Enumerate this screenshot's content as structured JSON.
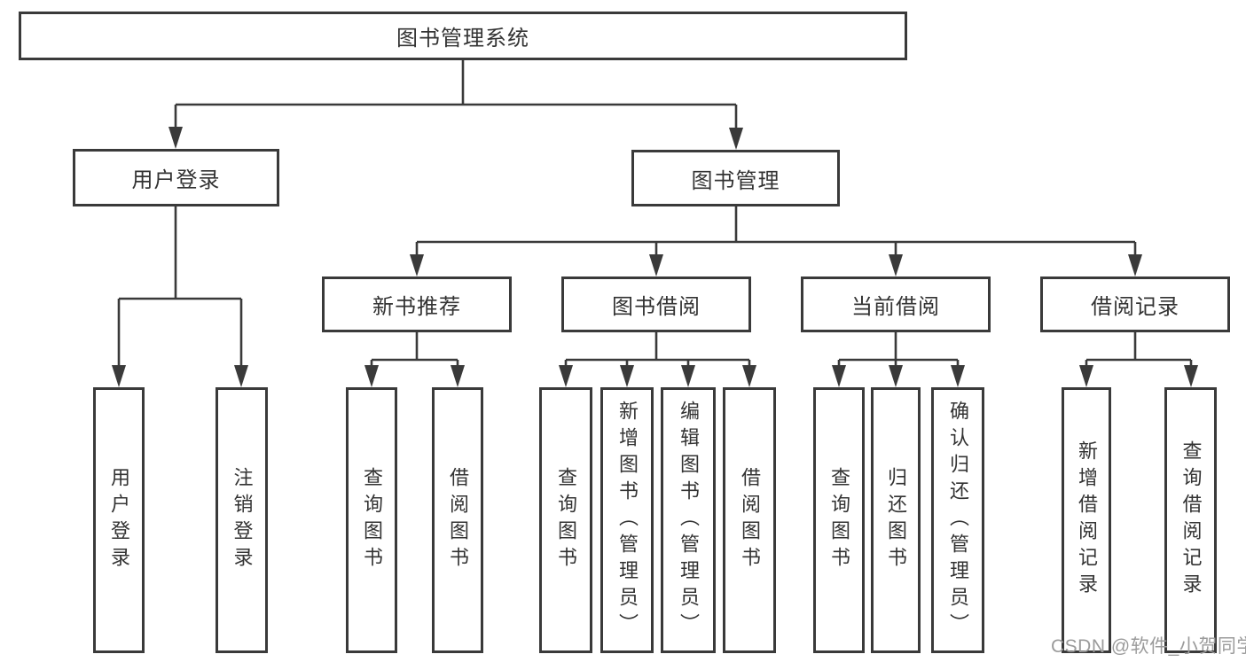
{
  "diagram": {
    "title_note": "library management system function structure diagram",
    "colors": {
      "line": "#3a3a3a",
      "box_border": "#3a3a3a",
      "text": "#333333",
      "watermark": "#9b9b9b",
      "background": "#ffffff"
    },
    "tree": {
      "root": {
        "label": "图书管理系统"
      },
      "children": [
        {
          "label": "用户登录",
          "children": [
            {
              "label": "用户登录"
            },
            {
              "label": "注销登录"
            }
          ]
        },
        {
          "label": "图书管理",
          "children": [
            {
              "label": "新书推荐",
              "children": [
                {
                  "label": "查询图书"
                },
                {
                  "label": "借阅图书"
                }
              ]
            },
            {
              "label": "图书借阅",
              "children": [
                {
                  "label": "查询图书"
                },
                {
                  "label": "新增图书（管理员）"
                },
                {
                  "label": "编辑图书（管理员）"
                },
                {
                  "label": "借阅图书"
                }
              ]
            },
            {
              "label": "当前借阅",
              "children": [
                {
                  "label": "查询图书"
                },
                {
                  "label": "归还图书"
                },
                {
                  "label": "确认归还（管理员）"
                }
              ]
            },
            {
              "label": "借阅记录",
              "children": [
                {
                  "label": "新增借阅记录"
                },
                {
                  "label": "查询借阅记录"
                }
              ]
            }
          ]
        }
      ]
    },
    "watermark": {
      "text": "CSDN @软件_小贺同学"
    }
  }
}
